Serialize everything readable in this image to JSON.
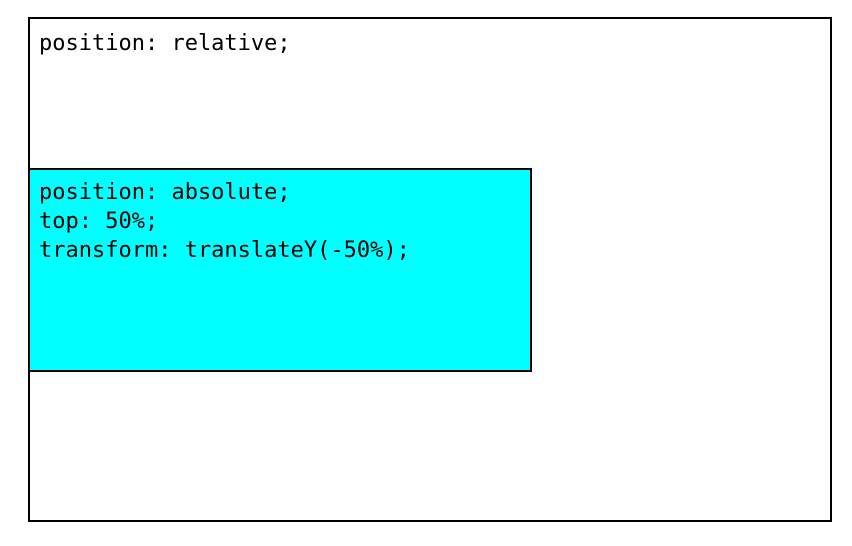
{
  "outer_box": {
    "label": "position: relative;",
    "background_color": "#ffffff",
    "border_color": "#000000"
  },
  "inner_box": {
    "lines": [
      "position: absolute;",
      "top: 50%;",
      "transform: translateY(-50%);"
    ],
    "background_color": "#00ffff",
    "border_color": "#000000"
  }
}
